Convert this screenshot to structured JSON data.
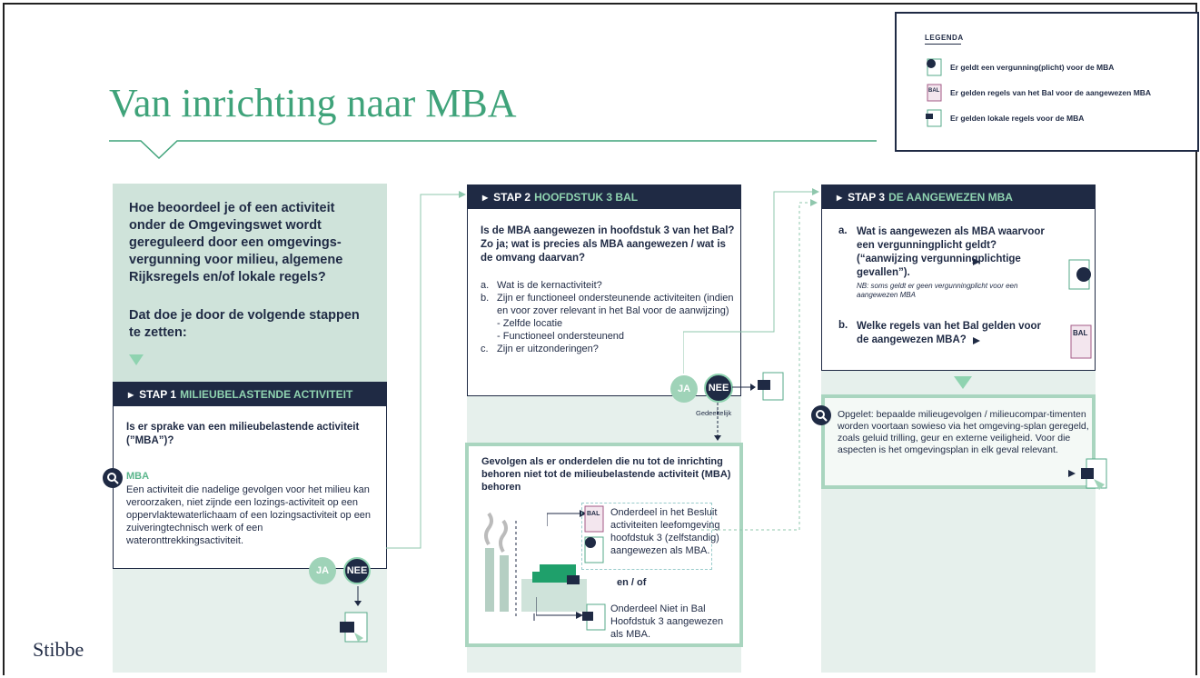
{
  "title": "Van inrichting naar MBA",
  "brand": "Stibbe",
  "legend": {
    "title": "LEGENDA",
    "items": [
      {
        "label": "Er geldt een vergunning(plicht) voor de MBA",
        "icon": "permit-document-icon"
      },
      {
        "label": "Er gelden regels van het Bal voor de aangewezen MBA",
        "icon": "bal-document-icon"
      },
      {
        "label": "Er gelden lokale regels voor de MBA",
        "icon": "local-rules-document-icon"
      }
    ]
  },
  "intro": {
    "question": "Hoe beoordeel je of een activiteit onder de Omgevingswet wordt gereguleerd door een omgevings-vergunning voor milieu, algemene Rijksregels en/of lokale regels?",
    "followup": "Dat doe je door de volgende stappen te zetten:"
  },
  "step1": {
    "label": "STAP 1",
    "title": "MILIEUBELASTENDE ACTIVITEIT",
    "question": "Is er sprake van een milieubelastende activiteit (”MBA”)?",
    "def_title": "MBA",
    "def_text": "Een activiteit die nadelige gevolgen voor het milieu kan veroorzaken, niet zijnde een lozings-activiteit op een oppervlaktewaterlichaam of een lozingsactiviteit op een zuiveringtechnisch werk of een wateronttrekkingsactiviteit.",
    "ja": "JA",
    "nee": "NEE"
  },
  "step2": {
    "label": "STAP 2",
    "title": "HOOFDSTUK 3 BAL",
    "question": "Is de MBA aangewezen in hoofdstuk 3 van het Bal? Zo ja; wat is precies als MBA aangewezen / wat is de omvang daarvan?",
    "items": [
      {
        "marker": "a.",
        "text": "Wat is de kernactiviteit?"
      },
      {
        "marker": "b.",
        "text": "Zijn er functioneel ondersteunende activiteiten (indien en voor zover relevant in het Bal voor de aanwijzing)"
      },
      {
        "marker": "",
        "text": "- Zelfde locatie"
      },
      {
        "marker": "",
        "text": "- Functioneel ondersteunend"
      },
      {
        "marker": "c.",
        "text": "Zijn er uitzonderingen?"
      }
    ],
    "ja": "JA",
    "nee": "NEE",
    "partial": "Gedeeltelijk"
  },
  "consequences": {
    "title": "Gevolgen als er onderdelen die nu tot de inrichting behoren niet tot de milieubelastende activiteit (MBA) behoren",
    "part1": "Onderdeel in het Besluit activiteiten leefomgeving hoofdstuk 3 (zelfstandig) aangewezen als MBA.",
    "andor": "en / of",
    "part2": "Onderdeel Niet in Bal Hoofdstuk 3 aangewezen als MBA."
  },
  "step3": {
    "label": "STAP 3",
    "title": "DE AANGEWEZEN MBA",
    "qa_marker": "a.",
    "qa": "Wat is aangewezen als MBA waarvoor een vergunningplicht geldt? (“aanwijzing vergunningplichtige gevallen”).",
    "note": "NB: soms geldt er geen vergunningplicht voor een aangewezen MBA",
    "qb_marker": "b.",
    "qb": "Welke regels van het Bal gelden voor de aangewezen MBA?"
  },
  "note_box": {
    "text": "Opgelet: bepaalde milieugevolgen / milieucompar-timenten worden voortaan sowieso via het omgeving-splan geregeld, zoals geluid trilling, geur en externe veiligheid. Voor die aspecten is het omgevingsplan in elk geval relevant."
  },
  "colors": {
    "navy": "#1f2a44",
    "green_title": "#3fa37a",
    "panel_green": "#cfe3da",
    "panel_light": "#e6f0ec",
    "accent": "#8fd3b0"
  }
}
